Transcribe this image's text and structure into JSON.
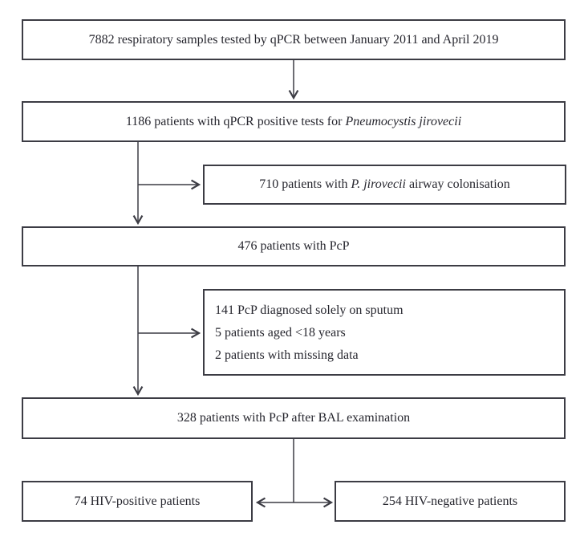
{
  "figure": {
    "type": "patient-flow-diagram",
    "background_color": "#ffffff",
    "line_color": "#3c3c44",
    "text_color": "#26262e"
  },
  "boxes": {
    "samples": {
      "text": "7882 respiratory samples tested by qPCR between January 2011 and April 2019"
    },
    "qpcr_positive": {
      "prefix": "1186 patients with qPCR positive tests for ",
      "italic": "Pneumocystis jirovecii"
    },
    "colonisation": {
      "prefix": "710 patients with ",
      "italic": "P. jirovecii",
      "suffix": " airway colonisation"
    },
    "pcp": {
      "text": "476 patients with PcP"
    },
    "exclusions": {
      "lines": [
        "141 PcP diagnosed solely on sputum",
        "5 patients aged <18 years",
        "2 patients with missing data"
      ]
    },
    "bal": {
      "text": "328 patients with PcP after BAL examination"
    },
    "hiv_positive": {
      "text": "74 HIV-positive patients"
    },
    "hiv_negative": {
      "text": "254 HIV-negative patients"
    }
  }
}
